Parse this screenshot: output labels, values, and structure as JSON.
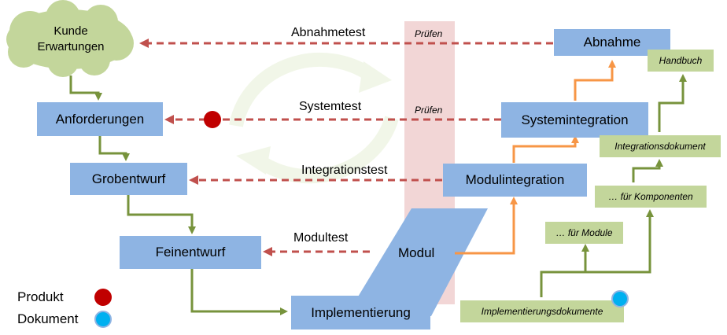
{
  "colors": {
    "product": "#c00000",
    "document": "#00b0f0",
    "box_blue": "#8eb4e3",
    "doc_green": "#c3d69b",
    "flow_green": "#77933c",
    "flow_orange": "#f79646",
    "test_red": "#c0504d"
  },
  "cloud": {
    "line1": "Kunde",
    "line2": "Erwartungen"
  },
  "left": {
    "anforderungen": "Anforderungen",
    "grobentwurf": "Grobentwurf",
    "feinentwurf": "Feinentwurf",
    "implementierung": "Implementierung"
  },
  "center": {
    "modul": "Modul"
  },
  "right": {
    "abnahme": "Abnahme",
    "systemintegration": "Systemintegration",
    "modulintegration": "Modulintegration"
  },
  "tests": {
    "abnahmetest": "Abnahmetest",
    "systemtest": "Systemtest",
    "integrationstest": "Integrationstest",
    "modultest": "Modultest"
  },
  "pruefen": {
    "top": "Prüfen",
    "second": "Prüfen"
  },
  "docs": {
    "handbuch": "Handbuch",
    "integrationsdokument": "Integrationsdokument",
    "komponenten": "… für Komponenten",
    "module": "… für Module",
    "implementierungsdokumente": "Implementierungsdokumente"
  },
  "legend": {
    "produkt": "Produkt",
    "dokument": "Dokument"
  }
}
